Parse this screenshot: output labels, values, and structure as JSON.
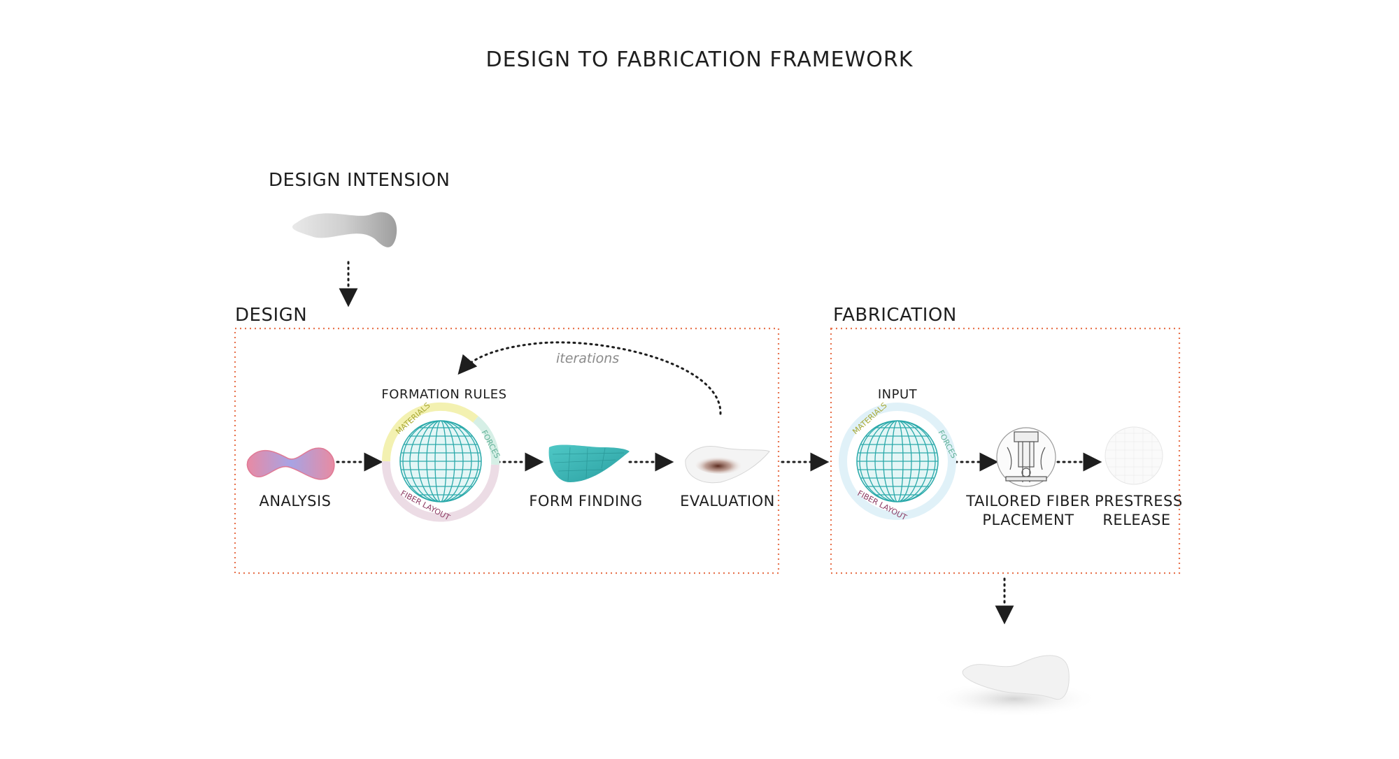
{
  "title": "DESIGN TO FABRICATION FRAMEWORK",
  "design_intension_label": "DESIGN INTENSION",
  "design_section": {
    "label": "DESIGN",
    "steps": {
      "analysis": "ANALYSIS",
      "formation_rules": "FORMATION RULES",
      "form_finding": "FORM FINDING",
      "evaluation": "EVALUATION"
    },
    "iterations_label": "iterations",
    "ring_labels": {
      "materials": "MATERIALS",
      "forces": "FORCES",
      "fiber_layout": "FIBER LAYOUT"
    }
  },
  "fabrication_section": {
    "label": "FABRICATION",
    "steps": {
      "input": "INPUT",
      "tailored_line1": "TAILORED FIBER",
      "tailored_line2": "PLACEMENT",
      "prestress_line1": "PRESTRESS",
      "prestress_line2": "RELEASE"
    },
    "ring_labels": {
      "materials": "MATERIALS",
      "forces": "FORCES",
      "fiber_layout": "FIBER LAYOUT"
    }
  },
  "colors": {
    "frame": "#e8744f",
    "materials": "#c9c934",
    "forces": "#74bfa6",
    "fiber_layout": "#8c3a62",
    "mesh": "#32b3b4"
  }
}
